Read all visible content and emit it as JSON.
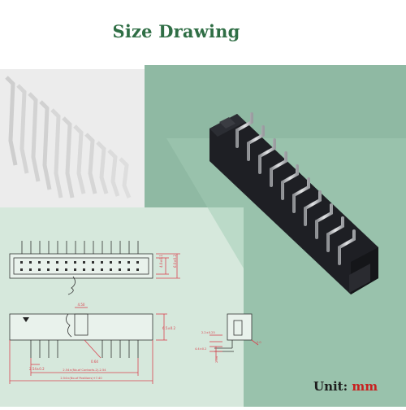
{
  "title": "Size Drawing",
  "unit": {
    "label": "Unit:",
    "value": "mm"
  },
  "dimensions": {
    "pin_height": "4.50",
    "body_width": "6.0±0.2",
    "inner_width": "4.0±0.1",
    "top_height": "6.5±0.2",
    "pin_pitch": "2.54±0.2",
    "pin_width": "0.64",
    "contacts": "2.54×(No.of Contacts-2)-2.54",
    "positions": "2.54×(No.of Positions)+7.40",
    "side_a": "2.2±0.25",
    "side_b": "4.4±0.2",
    "side_c": "2.54",
    "side_d": "2.0"
  },
  "colors": {
    "title": "#2f6e45",
    "unit_value": "#c8201f",
    "dimension": "#d9434f",
    "connector": "#1e1f24",
    "pin": "#b9babd",
    "background": "#8fb9a3"
  }
}
